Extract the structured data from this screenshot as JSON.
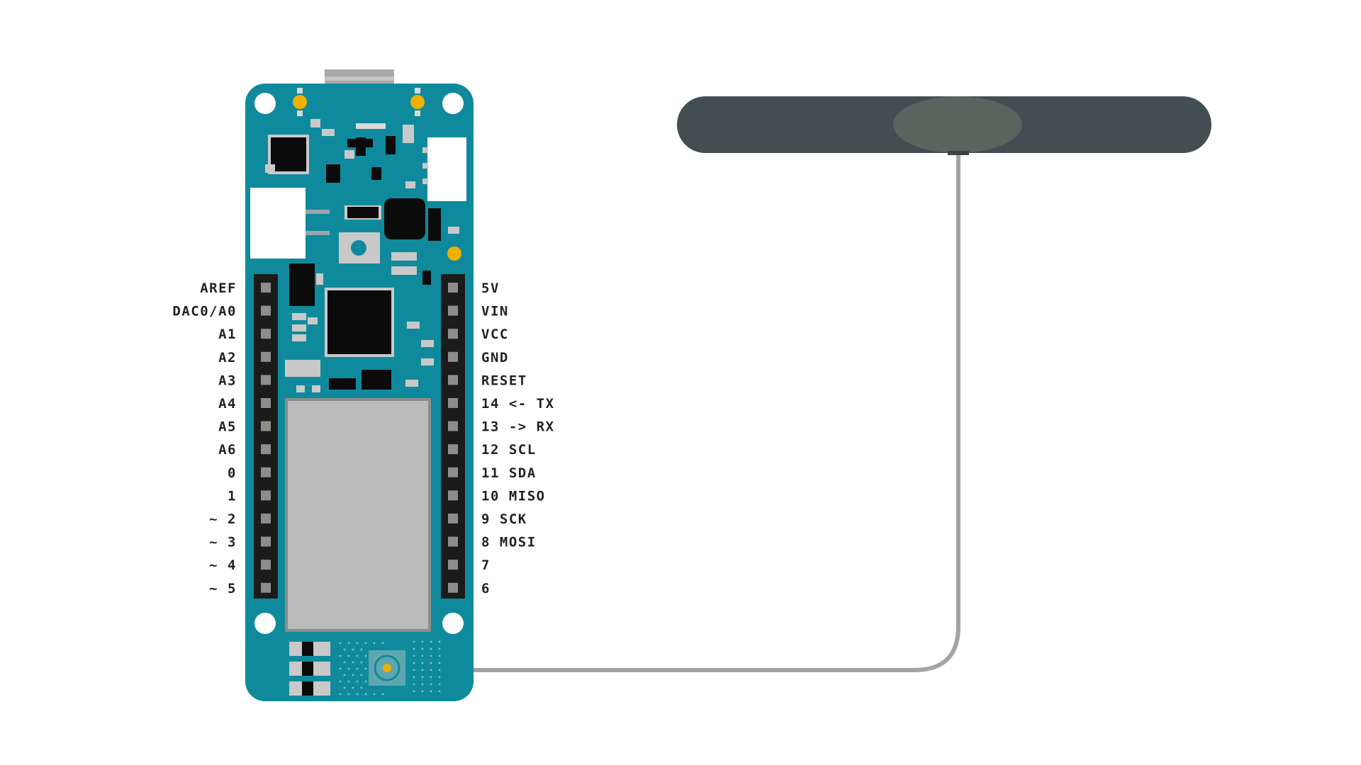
{
  "colors": {
    "board": "#0f8a9c",
    "antenna": "#434e53",
    "antenna_hub": "#59645f",
    "cable": "#a2a4a3",
    "header": "#1b1b1b",
    "pin": "#8e8d89",
    "module": "#bbbbbb",
    "led": "#f0b000",
    "chip": "#0b0b0b"
  },
  "icons": {
    "board": "arduino-mkr-board-icon",
    "antenna": "antenna-icon",
    "connector": "ufl-connector-icon"
  },
  "pins": {
    "left": [
      "AREF",
      "DAC0/A0",
      "A1",
      "A2",
      "A3",
      "A4",
      "A5",
      "A6",
      "0",
      "1",
      "~ 2",
      "~ 3",
      "~ 4",
      "~ 5"
    ],
    "right": [
      "5V",
      "VIN",
      "VCC",
      "GND",
      "RESET",
      "14 <- TX",
      "13 -> RX",
      "12 SCL",
      "11 SDA",
      "10 MISO",
      "9 SCK",
      "8 MOSI",
      "7",
      "6"
    ]
  }
}
